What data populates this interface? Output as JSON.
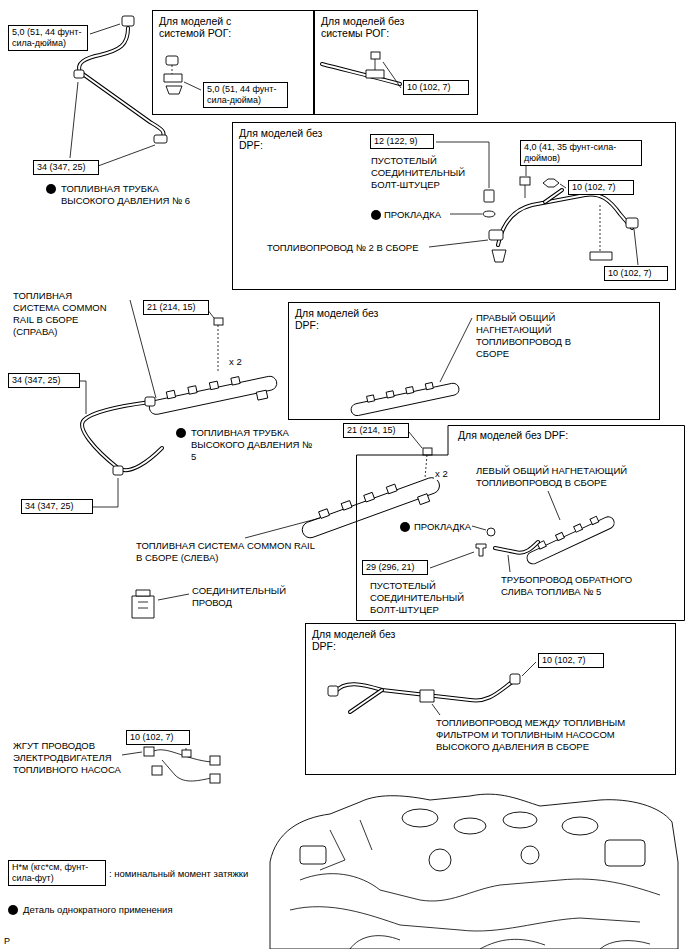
{
  "diagram": {
    "nodes": [
      {
        "text": [
          "5,0 (51, 44 фунт-сила-дюйма)"
        ]
      },
      {
        "text": [
          "Для моделей с системой РОГ:"
        ]
      },
      {
        "text": [
          "5,0 (51, 44 фунт-сила-дюйма)"
        ],
        "in": 1
      },
      {
        "text": [
          "Для моделей без системы РОГ:"
        ]
      },
      {
        "text": [
          "10 (102, 7)"
        ],
        "in": 3
      },
      {
        "text": [
          "34 (347, 25)"
        ]
      },
      {
        "text": [
          "Для моделей без DPF:"
        ]
      },
      {
        "text": [
          "12 (122, 9)"
        ],
        "in": 6
      },
      {
        "text": [
          "4,0 (41, 35 фунт-сила-дюймов)"
        ],
        "in": 6
      },
      {
        "text": [
          "10 (102, 7)"
        ],
        "in": 6
      },
      {
        "text": [
          "10 (102, 7)"
        ],
        "in": 6
      },
      {
        "text": [
          "21 (214, 15)"
        ]
      },
      {
        "text": [
          "Для моделей без DPF:"
        ]
      },
      {
        "text": [
          "34 (347, 25)"
        ]
      },
      {
        "text": [
          "34 (347, 25)"
        ]
      },
      {
        "text": [
          "21 (214, 15)"
        ]
      },
      {
        "text": [
          "Для моделей без DPF:"
        ]
      },
      {
        "text": [
          "29 (296, 21)"
        ],
        "in": 16
      },
      {
        "text": [
          "Для моделей без DPF:"
        ]
      },
      {
        "text": [
          "10 (102, 7)"
        ],
        "in": 18
      },
      {
        "text": [
          "10 (102, 7)"
        ]
      },
      {
        "text": [
          "Н*м (кгс*см, фунт-сила-фут)"
        ]
      }
    ],
    "labels": [
      "ТОПЛИВНАЯ ТРУБКА ВЫСОКОГО ДАВЛЕНИЯ № 6",
      "ПУСТОТЕЛЫЙ СОЕДИНИТЕЛЬНЫЙ БОЛТ-ШТУЦЕР",
      "ПРОКЛАДКА",
      "ТОПЛИВОПРОВОД № 2 В СБОРЕ",
      "ТОПЛИВНАЯ СИСТЕМА COMMON RAIL В СБОРЕ (СПРАВА)",
      "ПРАВЫЙ ОБЩИЙ НАГНЕТАЮЩИЙ ТОПЛИВОПРОВОД В СБОРЕ",
      "x 2",
      "ТОПЛИВНАЯ ТРУБКА ВЫСОКОГО ДАВЛЕНИЯ № 5",
      "x 2",
      "ЛЕВЫЙ ОБЩИЙ НАГНЕТАЮЩИЙ ТОПЛИВОПРОВОД В СБОРЕ",
      "ПРОКЛАДКА",
      "ТОПЛИВНАЯ СИСТЕМА COMMON RAIL В СБОРЕ (СЛЕВА)",
      "ПУСТОТЕЛЫЙ СОЕДИНИТЕЛЬНЫЙ БОЛТ-ШТУЦЕР",
      "ТРУБОПРОВОД ОБРАТНОГО СЛИВА ТОПЛИВА № 5",
      "СОЕДИНИТЕЛЬНЫЙ ПРОВОД",
      "ТОПЛИВОПРОВОД МЕЖДУ ТОПЛИВНЫМ ФИЛЬТРОМ И ТОПЛИВНЫМ НАСОСОМ ВЫСОКОГО ДАВЛЕНИЯ В СБОРЕ",
      "ЖГУТ ПРОВОДОВ ЭЛЕКТРОДВИГАТЕЛЯ ТОПЛИВНОГО НАСОСА",
      ": номинальный момент затяжки",
      "P"
    ],
    "legend": [
      {
        "text": "Деталь однократного применения",
        "color": "#000000"
      }
    ]
  }
}
